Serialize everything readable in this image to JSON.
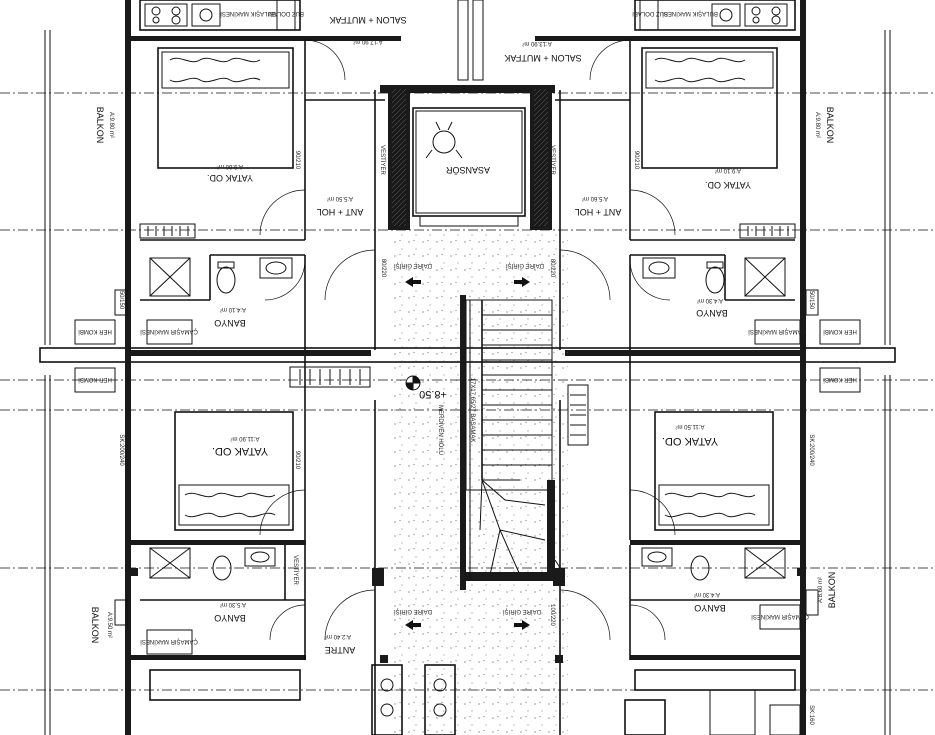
{
  "plan": {
    "title": "",
    "rooms": {
      "salon_mutfak_left": "SALON + MUTFAK",
      "salon_mutfak_left_area": "A:17.90 m²",
      "salon_mutfak_right": "SALON + MUTFAK",
      "salon_mutfak_right_area": "A:13.90 m²",
      "yatak_top_left": "YATAK OD.",
      "yatak_top_left_area": "A:9.60 m²",
      "yatak_top_right": "YATAK OD.",
      "yatak_top_right_area": "A:9.10 m²",
      "yatak_bottom_left": "YATAK OD.",
      "yatak_bottom_left_area": "A:11.90 m²",
      "yatak_bottom_right": "YATAK OD.",
      "yatak_bottom_right_area": "A:11.50 m²",
      "ant_hol_left": "ANT + HOL",
      "ant_hol_left_area": "A:5.50 m²",
      "ant_hol_right": "ANT + HOL",
      "ant_hol_right_area": "A:5.60 m²",
      "banyo_top_left": "BANYO",
      "banyo_top_left_area": "A:4.10 m²",
      "banyo_top_right": "BANYO",
      "banyo_top_right_area": "A:4.30 m²",
      "banyo_bottom_left": "BANYO",
      "banyo_bottom_left_area": "A:5.30 m²",
      "banyo_bottom_right": "BANYO",
      "banyo_bottom_right_area": "A:4.30 m²",
      "balkon_top_left": "BALKON",
      "balkon_top_left_area": "A:9.80 m²",
      "balkon_top_right": "BALKON",
      "balkon_top_right_area": "A:9.80 m²",
      "balkon_bottom_left": "BALKON",
      "balkon_bottom_left_area": "A:9.50 m²",
      "balkon_bottom_right": "BALKON",
      "balkon_bottom_right_area": "A:8.60 m²",
      "antre": "ANTRE",
      "antre_area": "A:2.40 m²",
      "asansor": "ASANSÖR",
      "merdiven_holu": "MERDİVEN HOLÜ",
      "level": "+8.50",
      "vestiyer_left": "VESTİYER",
      "vestiyer_right": "VESTİYER",
      "vestiyer_bottom": "VESTİYER",
      "daire_girisi": "DAİRE GİRİŞİ",
      "camasir": "ÇAMAŞIR MAKİNESİ",
      "bulasik": "BULAŞIK MAKİNESİ",
      "buz": "BUZ DOLABI",
      "kombi": "HER KOMBİ"
    },
    "door_dims": [
      "90/210",
      "80/220",
      "100/220",
      "90/210",
      "90/210",
      "80/220"
    ],
    "window_dims": [
      "SK:200/240",
      "SK:200/240",
      "50/150",
      "50/150",
      "SK:160"
    ],
    "stair_note": "17X17.65/27 BASAMAK"
  }
}
